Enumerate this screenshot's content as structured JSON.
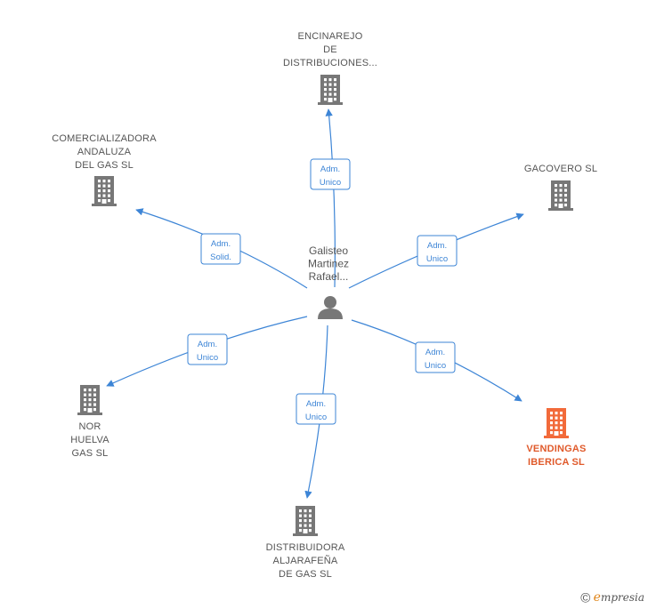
{
  "center": {
    "lines": [
      "Galisteo",
      "Martinez",
      "Rafael..."
    ]
  },
  "nodes": [
    {
      "id": "encinarejo",
      "lines": [
        "ENCINAREJO",
        "DE",
        "DISTRIBUCIONES..."
      ],
      "color": "#777777",
      "edge": [
        "Adm.",
        "Unico"
      ]
    },
    {
      "id": "comercializadora",
      "lines": [
        "COMERCIALIZADORA",
        "ANDALUZA",
        "DEL GAS  SL"
      ],
      "color": "#777777",
      "edge": [
        "Adm.",
        "Solid."
      ]
    },
    {
      "id": "gacovero",
      "lines": [
        "GACOVERO SL"
      ],
      "color": "#777777",
      "edge": [
        "Adm.",
        "Unico"
      ]
    },
    {
      "id": "nor-huelva",
      "lines": [
        "NOR",
        "HUELVA",
        "GAS  SL"
      ],
      "color": "#777777",
      "edge": [
        "Adm.",
        "Unico"
      ]
    },
    {
      "id": "vendingas",
      "lines": [
        "VENDINGAS",
        "IBERICA  SL"
      ],
      "color": "#f26a3a",
      "highlight": true,
      "edge": [
        "Adm.",
        "Unico"
      ]
    },
    {
      "id": "distribuidora",
      "lines": [
        "DISTRIBUIDORA",
        "ALJARAFEÑA",
        "DE GAS  SL"
      ],
      "color": "#777777",
      "edge": [
        "Adm.",
        "Unico"
      ]
    }
  ],
  "colors": {
    "edge": "#3d85d6",
    "person": "#777777",
    "highlight": "#f26a3a"
  },
  "brand": {
    "copyright": "©",
    "e": "e",
    "rest": "mpresia"
  }
}
